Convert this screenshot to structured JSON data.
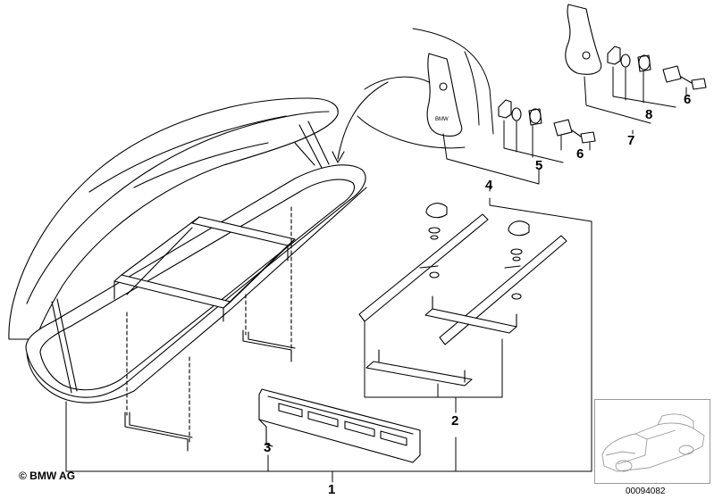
{
  "callouts": {
    "c1": "1",
    "c2": "2",
    "c3": "3",
    "c4": "4",
    "c5": "5",
    "c6a": "6",
    "c6b": "6",
    "c7": "7",
    "c8": "8"
  },
  "copyright": "© BMW AG",
  "roof_mount_badge": "BMW",
  "document_number": "00094082"
}
